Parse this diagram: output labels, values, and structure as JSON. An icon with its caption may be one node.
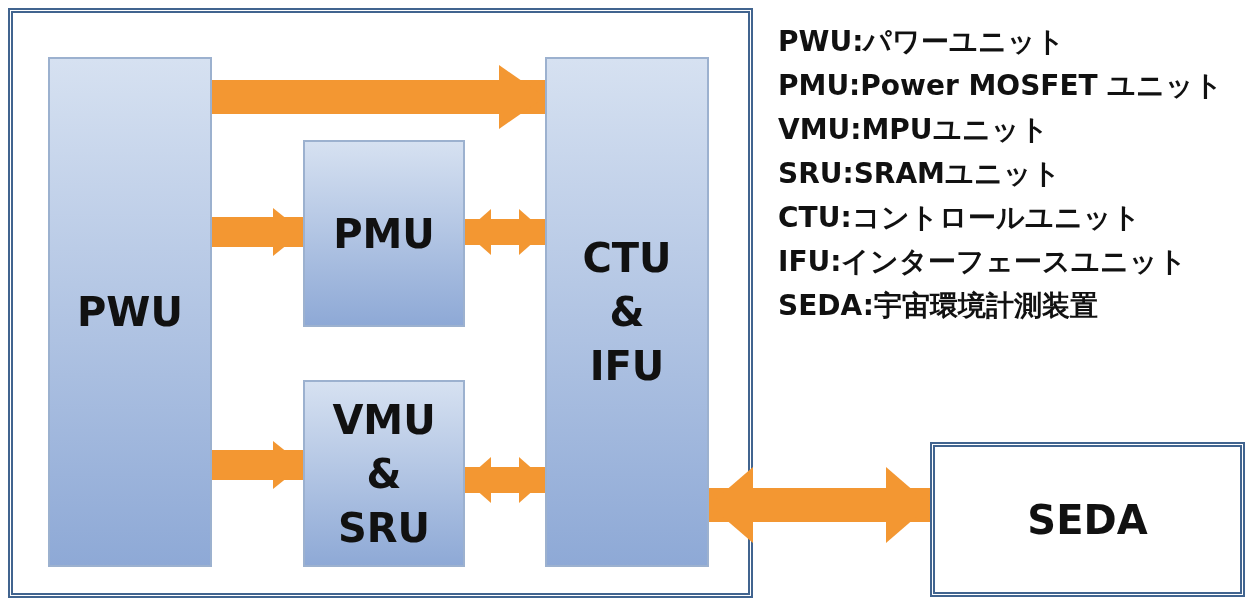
{
  "diagram": {
    "nodes": [
      {
        "text": [],
        "shape": "box"
      },
      {
        "text": [
          "PWU"
        ],
        "in": 0
      },
      {
        "text": [
          "PMU"
        ],
        "in": 0
      },
      {
        "text": [
          "VMU & SRU"
        ],
        "in": 0
      },
      {
        "text": [
          "CTU & IFU"
        ],
        "in": 0
      },
      {
        "text": [
          "SEDA"
        ]
      }
    ],
    "edges": [
      {
        "from": 1,
        "to": 4,
        "arrow": "to"
      },
      {
        "from": 1,
        "to": 2,
        "arrow": "to"
      },
      {
        "from": 1,
        "to": 3,
        "arrow": "to"
      },
      {
        "from": 2,
        "to": 4,
        "arrow": "both"
      },
      {
        "from": 3,
        "to": 4,
        "arrow": "both"
      },
      {
        "from": 4,
        "to": 5,
        "arrow": "both"
      }
    ],
    "labels": [
      "PWU:パワーユニット",
      "PMU:Power MOSFET ユニット",
      "VMU:MPUユニット",
      "SRU:SRAMユニット",
      "CTU:コントロールユニット",
      "IFU:インターフェースユニット",
      "SEDA:宇宙環境計測装置"
    ]
  }
}
